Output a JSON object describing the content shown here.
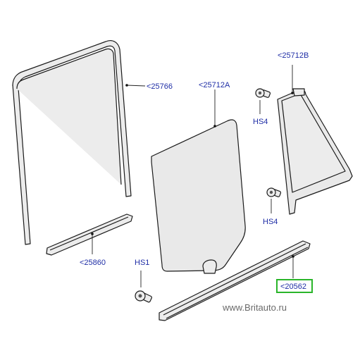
{
  "diagram": {
    "labels": {
      "seal_frame": "<25766",
      "door_glass": "<25712A",
      "quarter_glass": "<25712B",
      "belt_strip_left": "<25860",
      "belt_strip_right": "<20562",
      "screw_hs1": "HS1",
      "screw_hs4_top": "HS4",
      "screw_hs4_bottom": "HS4"
    },
    "highlight_color": "#2ab52a",
    "label_color": "#1f2ea6",
    "highlighted_label": "belt_strip_right"
  },
  "watermark": "www.Britauto.ru"
}
